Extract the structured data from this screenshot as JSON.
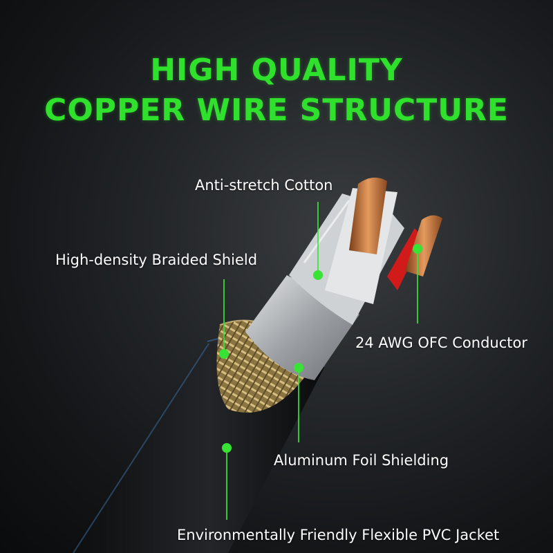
{
  "heading": {
    "line1": "HIGH QUALITY",
    "line2": "COPPER WIRE STRUCTURE"
  },
  "callouts": {
    "cotton": "Anti-stretch Cotton",
    "braid": "High-density Braided Shield",
    "conductor": "24 AWG OFC Conductor",
    "foil": "Aluminum Foil Shielding",
    "jacket": "Environmentally Friendly Flexible PVC Jacket"
  },
  "colors": {
    "accent": "#2fe02c",
    "copper": "#c8743e",
    "braid": "#b79a5c",
    "foil": "#b9bcbf",
    "jacket": "#1c1e20",
    "red_insulation": "#d11a1a"
  }
}
